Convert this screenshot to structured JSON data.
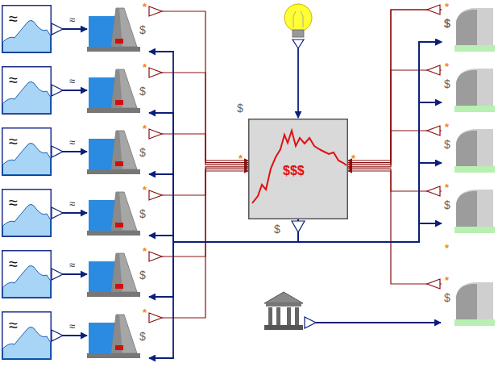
{
  "diagram": {
    "nodes": [
      {
        "text": [
          "≈"
        ]
      },
      {
        "text": [
          "≈"
        ]
      },
      {
        "text": [
          "≈"
        ]
      },
      {
        "text": [
          "≈"
        ]
      },
      {
        "text": [
          "≈"
        ]
      },
      {
        "text": [
          "≈"
        ]
      },
      {
        "text": [
          "$"
        ]
      },
      {
        "text": [
          "$"
        ]
      },
      {
        "text": [
          "$"
        ]
      },
      {
        "text": [
          "$"
        ]
      },
      {
        "text": [
          "$"
        ]
      },
      {
        "text": [
          "$"
        ]
      },
      {
        "text": [
          "$",
          "$$$"
        ]
      },
      {
        "text": [
          "$"
        ]
      },
      {
        "text": [
          "$"
        ]
      },
      {
        "text": [
          "$"
        ]
      },
      {
        "text": [
          "$"
        ]
      },
      {
        "text": [
          "$"
        ]
      },
      {
        "text": [
          "$"
        ]
      }
    ],
    "edges": [
      {
        "from": 0,
        "to": 6,
        "arrow": "to"
      },
      {
        "from": 1,
        "to": 7,
        "arrow": "to"
      },
      {
        "from": 2,
        "to": 8,
        "arrow": "to"
      },
      {
        "from": 3,
        "to": 9,
        "arrow": "to"
      },
      {
        "from": 4,
        "to": 10,
        "arrow": "to"
      },
      {
        "from": 5,
        "to": 11,
        "arrow": "to"
      },
      {
        "from": 6,
        "to": 12,
        "arrow": "to"
      },
      {
        "from": 7,
        "to": 12,
        "arrow": "to"
      },
      {
        "from": 8,
        "to": 12,
        "arrow": "to"
      },
      {
        "from": 9,
        "to": 12,
        "arrow": "to"
      },
      {
        "from": 10,
        "to": 12,
        "arrow": "to"
      },
      {
        "from": 11,
        "to": 12,
        "arrow": "to"
      },
      {
        "from": 12,
        "to": 6,
        "arrow": "to"
      },
      {
        "from": 12,
        "to": 7,
        "arrow": "to"
      },
      {
        "from": 12,
        "to": 8,
        "arrow": "to"
      },
      {
        "from": 12,
        "to": 9,
        "arrow": "to"
      },
      {
        "from": 12,
        "to": 10,
        "arrow": "to"
      },
      {
        "from": 12,
        "to": 11,
        "arrow": "to"
      },
      {
        "from": 13,
        "to": 12,
        "arrow": "to"
      },
      {
        "from": 14,
        "to": 12,
        "arrow": "to"
      },
      {
        "from": 15,
        "to": 12,
        "arrow": "to"
      },
      {
        "from": 16,
        "to": 12,
        "arrow": "to"
      },
      {
        "from": 17,
        "to": 12,
        "arrow": "to"
      },
      {
        "from": 18,
        "to": 12,
        "arrow": "to"
      },
      {
        "from": 12,
        "to": 13,
        "arrow": "to"
      },
      {
        "from": 12,
        "to": 14,
        "arrow": "to"
      },
      {
        "from": 12,
        "to": 15,
        "arrow": "to"
      },
      {
        "from": 12,
        "to": 16,
        "arrow": "to"
      },
      {
        "from": 12,
        "to": 17,
        "arrow": "to"
      }
    ],
    "labels": [
      "≈",
      "≈",
      "≈",
      "≈",
      "≈",
      "≈",
      "*",
      "*",
      "*",
      "*",
      "*",
      "*",
      "*",
      "*",
      "*",
      "*",
      "*",
      "*",
      "*",
      "*",
      "$"
    ]
  }
}
